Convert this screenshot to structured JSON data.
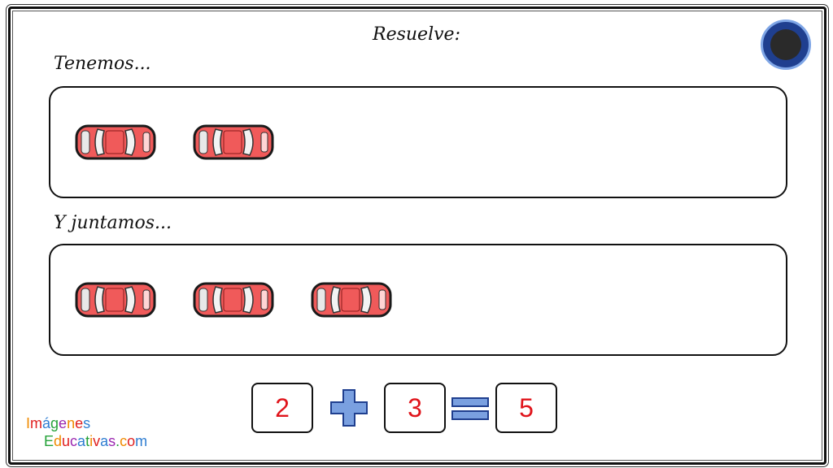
{
  "title": "Resuelve:",
  "section1": {
    "label": "Tenemos...",
    "car_count": 2
  },
  "section2": {
    "label": "Y juntamos...",
    "car_count": 3
  },
  "equation": {
    "a": "2",
    "b": "3",
    "result": "5"
  },
  "logo": {
    "line1": [
      {
        "ch": "I",
        "color": "#f08a00"
      },
      {
        "ch": "m",
        "color": "#e02020"
      },
      {
        "ch": "á",
        "color": "#2e7dd1"
      },
      {
        "ch": "g",
        "color": "#26a23a"
      },
      {
        "ch": "e",
        "color": "#9b27b0"
      },
      {
        "ch": "n",
        "color": "#f08a00"
      },
      {
        "ch": "e",
        "color": "#e02020"
      },
      {
        "ch": "s",
        "color": "#2e7dd1"
      }
    ],
    "line2": [
      {
        "ch": "E",
        "color": "#26a23a"
      },
      {
        "ch": "d",
        "color": "#f08a00"
      },
      {
        "ch": "u",
        "color": "#e02020"
      },
      {
        "ch": "c",
        "color": "#9b27b0"
      },
      {
        "ch": "a",
        "color": "#2e7dd1"
      },
      {
        "ch": "t",
        "color": "#26a23a"
      },
      {
        "ch": "i",
        "color": "#f08a00"
      },
      {
        "ch": "v",
        "color": "#e02020"
      },
      {
        "ch": "a",
        "color": "#2e7dd1"
      },
      {
        "ch": "s",
        "color": "#9b27b0"
      },
      {
        "ch": ".",
        "color": "#26a23a"
      },
      {
        "ch": "c",
        "color": "#f08a00"
      },
      {
        "ch": "o",
        "color": "#e02020"
      },
      {
        "ch": "m",
        "color": "#2e7dd1"
      }
    ]
  },
  "colors": {
    "number": "#e0141b",
    "operator": "#7aa0e0",
    "car_body": "#f05a5a"
  }
}
